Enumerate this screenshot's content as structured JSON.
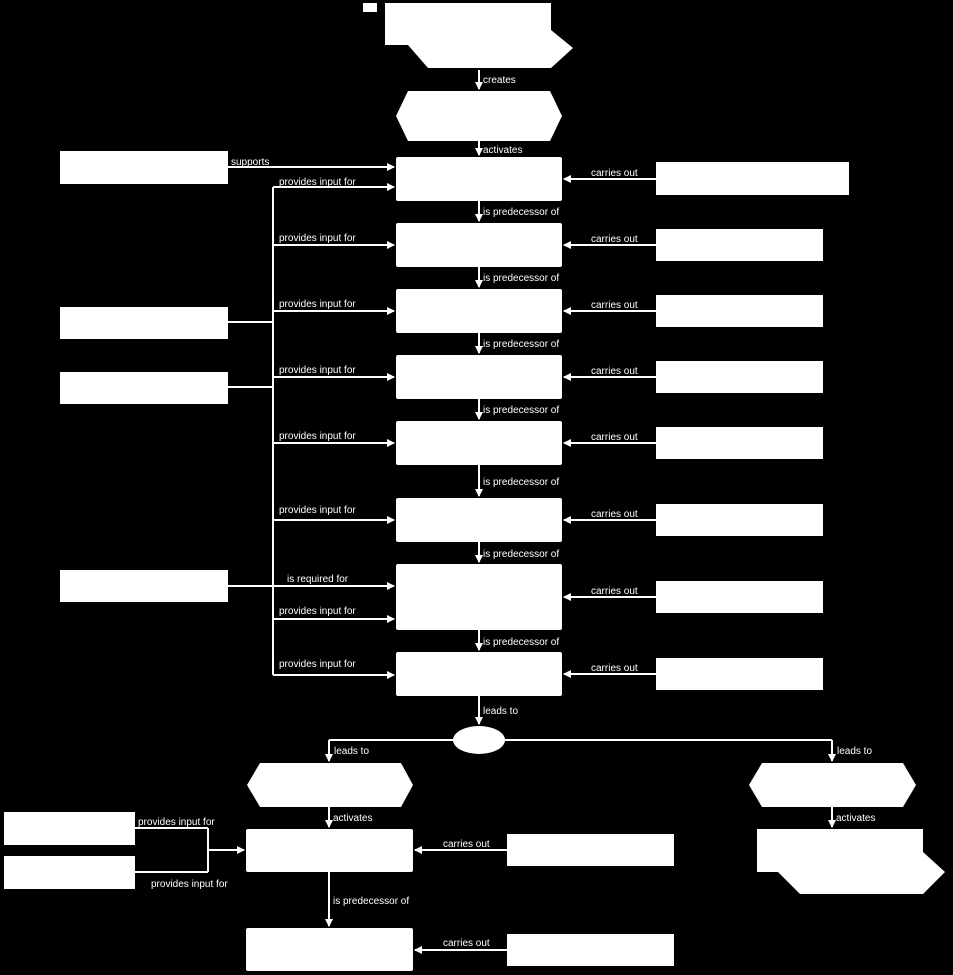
{
  "edges": {
    "creates": "creates",
    "activates": "activates",
    "supports": "supports",
    "provides_input_for": "provides input for",
    "carries_out": "carries out",
    "is_predecessor_of": "is predecessor of",
    "is_required_for": "is required for",
    "leads_to": "leads to"
  },
  "colors": {
    "background": "#000000",
    "shapes": "#ffffff",
    "lines": "#ffffff",
    "text": "#ffffff"
  }
}
